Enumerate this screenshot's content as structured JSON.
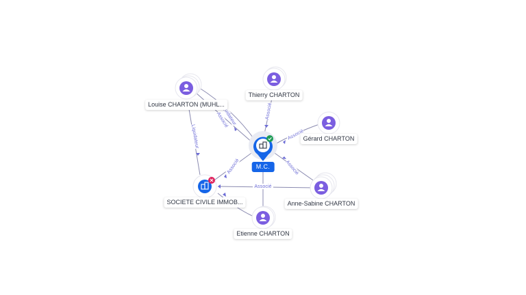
{
  "center": {
    "label": "M.C.",
    "status_icon": "check-icon",
    "icon": "company-building-icon"
  },
  "nodes": [
    {
      "id": "thierry",
      "label": "Thierry CHARTON",
      "icon": "person-icon"
    },
    {
      "id": "louise",
      "label": "Louise CHARTON (MUHL...",
      "icon": "person-icon"
    },
    {
      "id": "gerard",
      "label": "Gérard CHARTON",
      "icon": "person-icon"
    },
    {
      "id": "anne",
      "label": "Anne-Sabine CHARTON",
      "icon": "person-icon"
    },
    {
      "id": "etienne",
      "label": "Etienne CHARTON",
      "icon": "person-icon"
    },
    {
      "id": "sci",
      "label": "SOCIETE CIVILE IMMOB...",
      "icon": "company-building-icon",
      "status_icon": "close-icon"
    }
  ],
  "edge_labels": {
    "associe": "Associé",
    "liquidateur": "Liquidateur"
  },
  "colors": {
    "accent": "#1565e8",
    "person": "#7b5ee0",
    "edge_label": "#6c6cd6",
    "check_badge": "#1f9d55",
    "close_badge": "#e0245e"
  }
}
